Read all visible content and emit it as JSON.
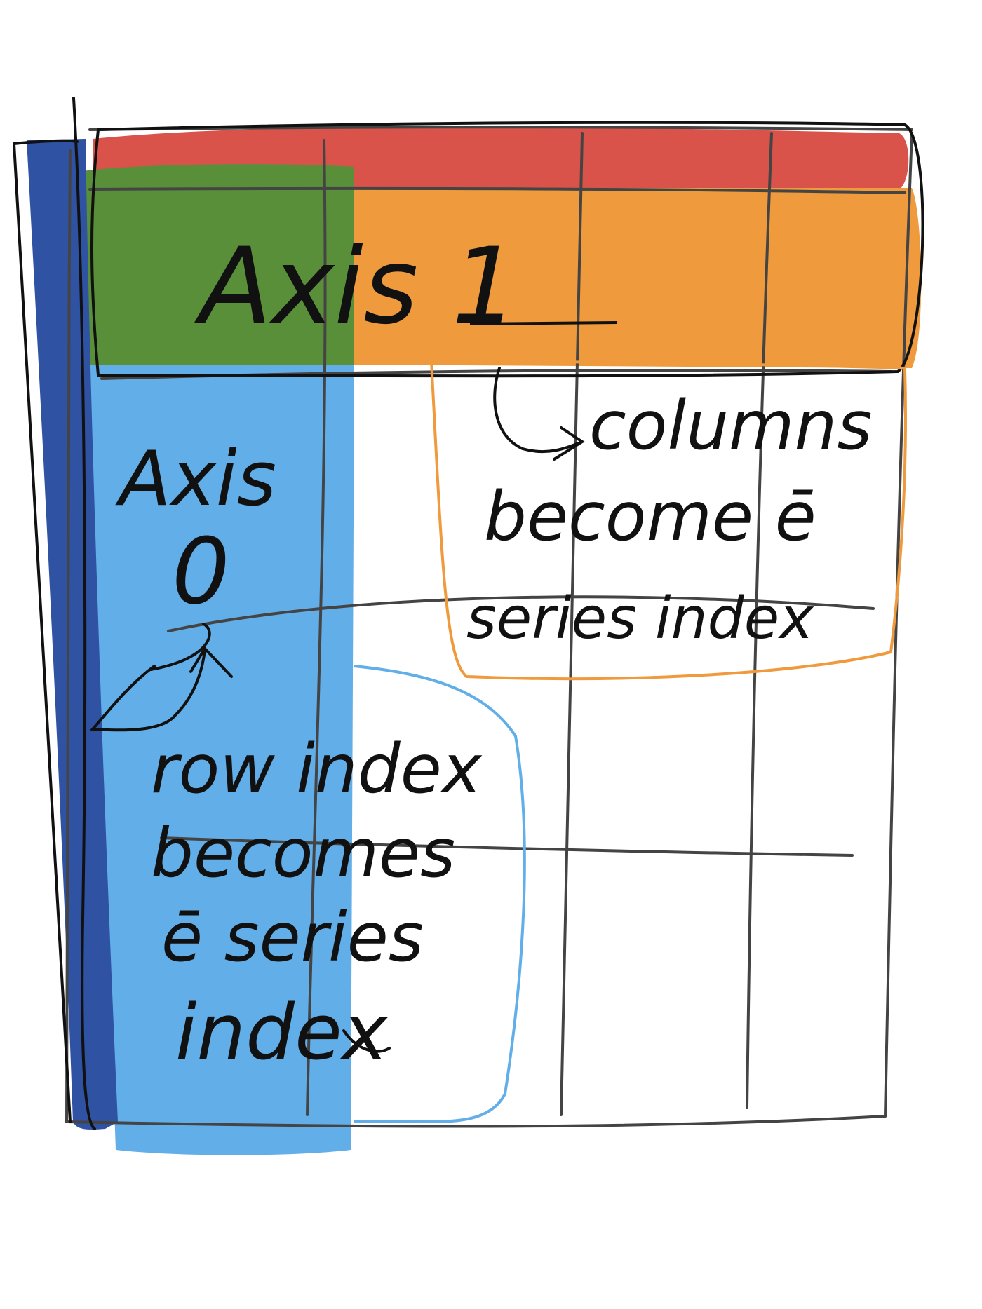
{
  "colors": {
    "red_header": "#d9534a",
    "orange_axis1": "#ef9a3c",
    "green_corner": "#5a8f3a",
    "light_blue_axis0": "#62aee8",
    "dark_blue_stripe": "#2f52a3",
    "grid_lines": "#444444",
    "ink": "#111111",
    "orange_outline": "#ef9a3c",
    "blue_outline": "#62aee8"
  },
  "labels": {
    "axis1": "Axis 1",
    "axis0_line1": "Axis",
    "axis0_line2": "0",
    "columns_note_line1": "columns",
    "columns_note_line2": "become ē",
    "columns_note_line3": "series index",
    "rows_note_line1": "row index",
    "rows_note_line2": "becomes",
    "rows_note_line3": "ē series",
    "rows_note_line4": "index"
  }
}
